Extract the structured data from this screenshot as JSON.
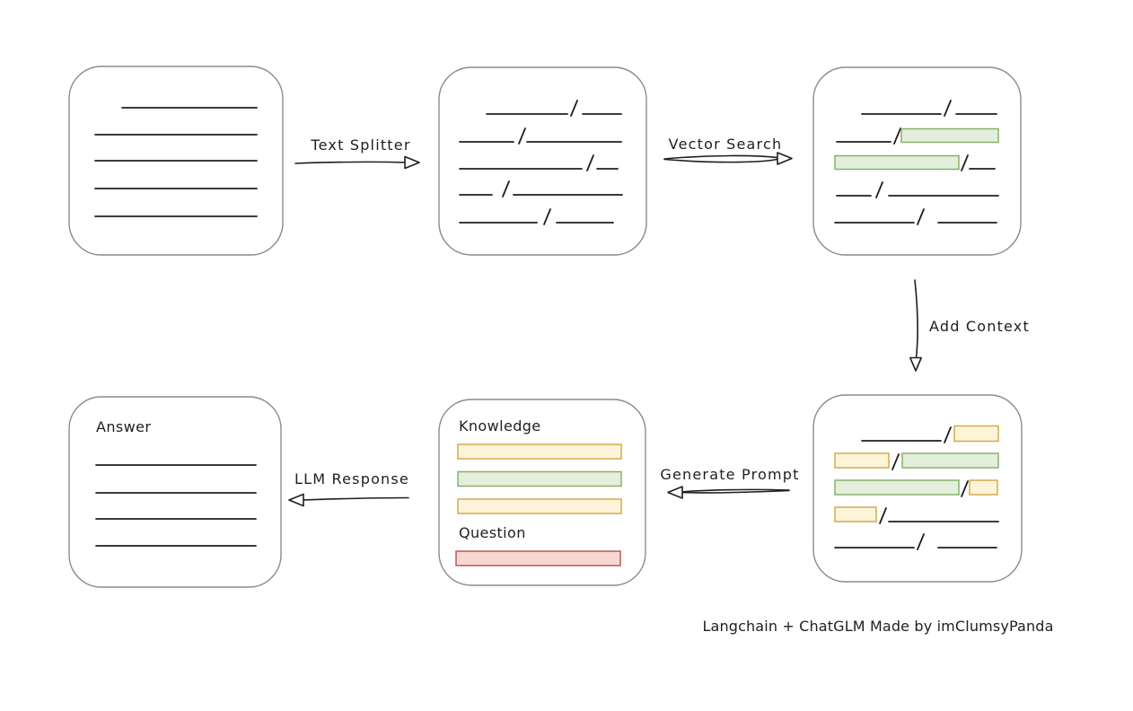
{
  "labels": {
    "text_splitter": "Text Splitter",
    "vector_search": "Vector Search",
    "add_context": "Add Context",
    "generate_prompt": "Generate Prompt",
    "llm_response": "LLM Response",
    "knowledge": "Knowledge",
    "question": "Question",
    "answer": "Answer"
  },
  "caption": "Langchain + ChatGLM Made by imClumsyPanda",
  "colors": {
    "ink": "#1e1e1e",
    "box_border": "#8c8c8c",
    "green_fill": "#e3efda",
    "green_border": "#8ab06c",
    "yellow_fill": "#fdf3d8",
    "yellow_border": "#d3ab4b",
    "red_fill": "#f7d6d4",
    "red_border": "#b65c55"
  }
}
